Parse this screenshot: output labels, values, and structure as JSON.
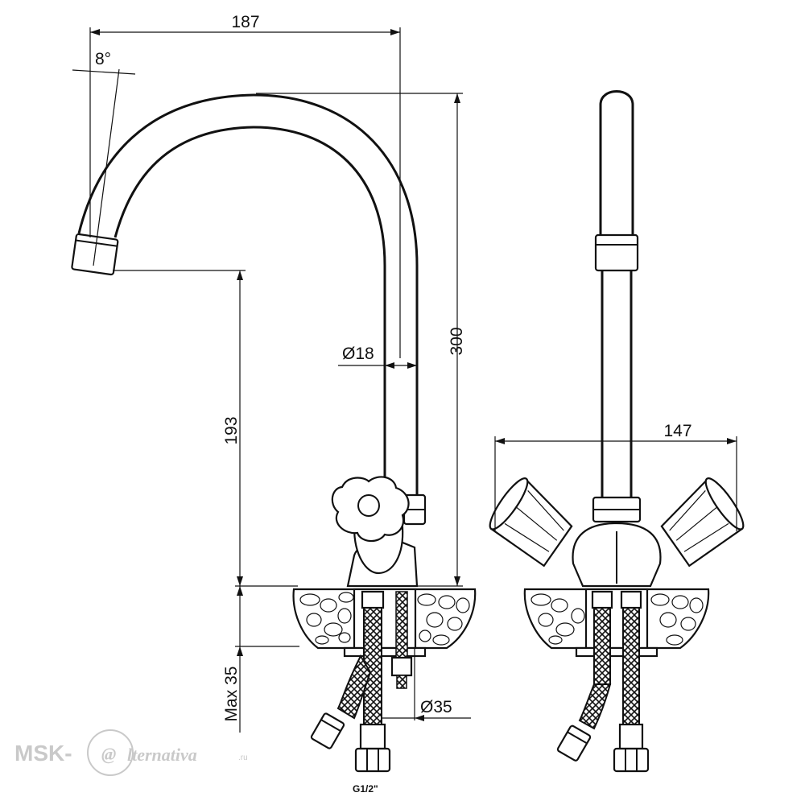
{
  "dimensions": {
    "spout_reach": "187",
    "spout_angle": "8°",
    "total_height": "300",
    "spout_height": "193",
    "pipe_diameter": "Ø18",
    "base_width": "147",
    "max_mount_thickness": "Max 35",
    "mount_hole_diameter": "Ø35",
    "connection_thread": "G1/2\""
  },
  "watermark": {
    "prefix": "MSK-",
    "at_symbol": "@",
    "suffix": "lternativa",
    "domain": ".ru"
  },
  "colors": {
    "line": "#111111",
    "watermark": "#c9c9c9"
  }
}
